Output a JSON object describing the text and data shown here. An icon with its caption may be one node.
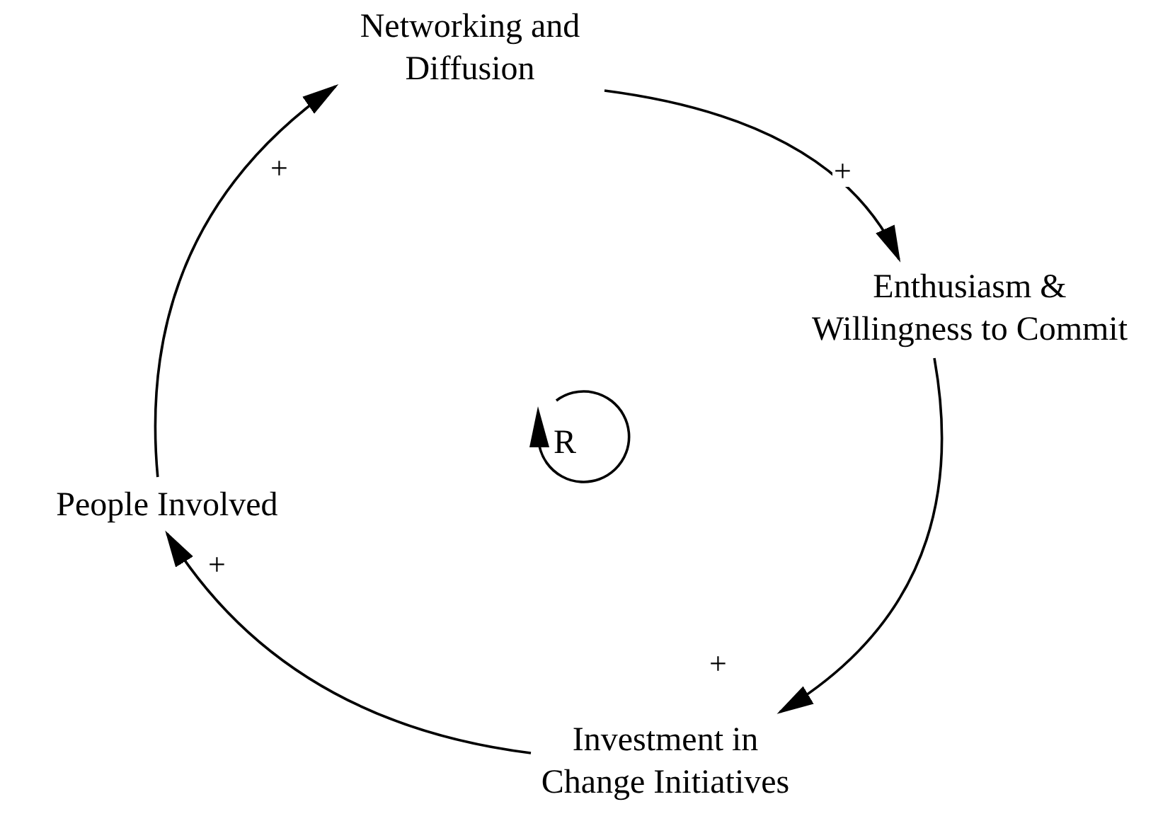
{
  "diagram": {
    "nodes": [
      {
        "text": [
          "Networking and Diffusion"
        ]
      },
      {
        "text": [
          "Enthusiasm & Willingness to Commit"
        ]
      },
      {
        "text": [
          "Investment in Change Initiatives"
        ]
      },
      {
        "text": [
          "People Involved"
        ]
      }
    ],
    "edges": [
      {
        "from": 0,
        "to": 1,
        "arrow": "to",
        "label": "+"
      },
      {
        "from": 1,
        "to": 2,
        "arrow": "to",
        "label": "+"
      },
      {
        "from": 2,
        "to": 3,
        "arrow": "to",
        "label": "+"
      },
      {
        "from": 3,
        "to": 0,
        "arrow": "to",
        "label": "+"
      }
    ],
    "labels": [
      "R"
    ]
  }
}
